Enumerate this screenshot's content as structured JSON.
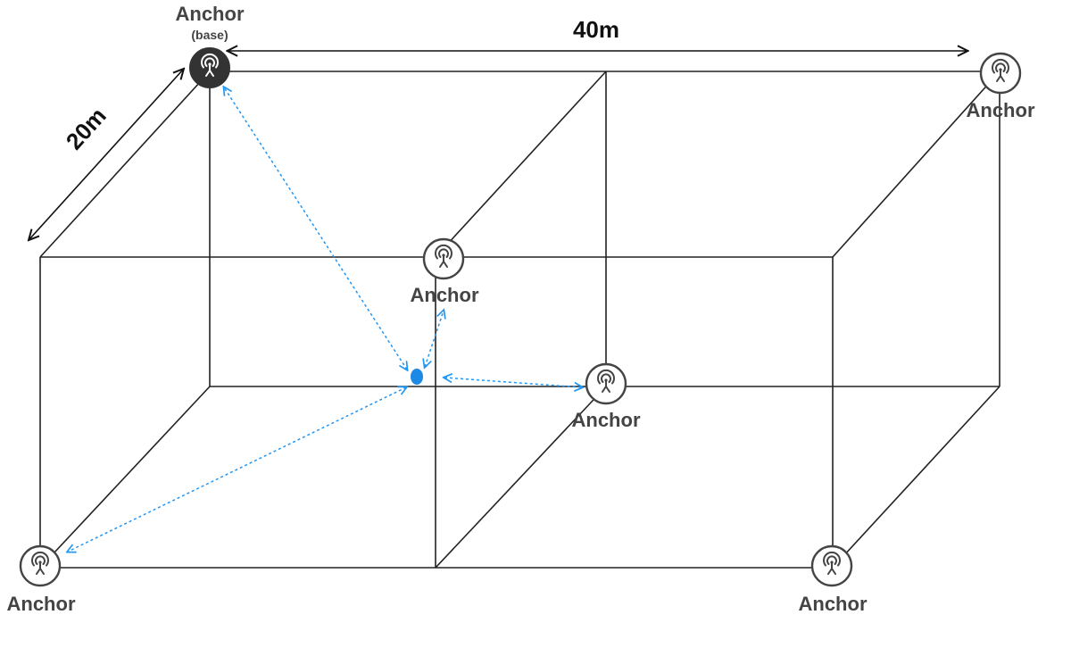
{
  "diagram": {
    "dimensions": {
      "length": "40m",
      "width": "20m"
    },
    "anchor_label": "Anchor",
    "base_note": "(base)",
    "anchors": [
      {
        "id": "base",
        "label": "Anchor",
        "note": "(base)",
        "role": "base"
      },
      {
        "id": "top-right",
        "label": "Anchor"
      },
      {
        "id": "center-top",
        "label": "Anchor"
      },
      {
        "id": "center-middle",
        "label": "Anchor"
      },
      {
        "id": "bottom-left",
        "label": "Anchor"
      },
      {
        "id": "bottom-right",
        "label": "Anchor"
      }
    ],
    "tag": {
      "color": "#1e88e5"
    },
    "colors": {
      "edge": "#222222",
      "range_line": "#2196f3",
      "base_anchor": "#333333",
      "anchor_ring": "#444444"
    },
    "icons": {
      "anchor": "antenna-icon"
    }
  }
}
